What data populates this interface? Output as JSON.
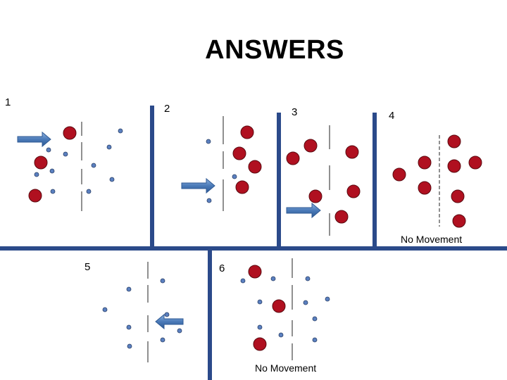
{
  "title": "ANSWERS",
  "panels": [
    {
      "number": "1",
      "caption": ""
    },
    {
      "number": "2",
      "caption": ""
    },
    {
      "number": "3",
      "caption": ""
    },
    {
      "number": "4",
      "caption": "No Movement"
    },
    {
      "number": "5",
      "caption": ""
    },
    {
      "number": "6",
      "caption": "No Movement"
    }
  ],
  "colors": {
    "divider": "#2b4a8a",
    "large_particle": "#b01020",
    "small_particle": "#5b80c0",
    "arrow": "#4a7ab8"
  }
}
